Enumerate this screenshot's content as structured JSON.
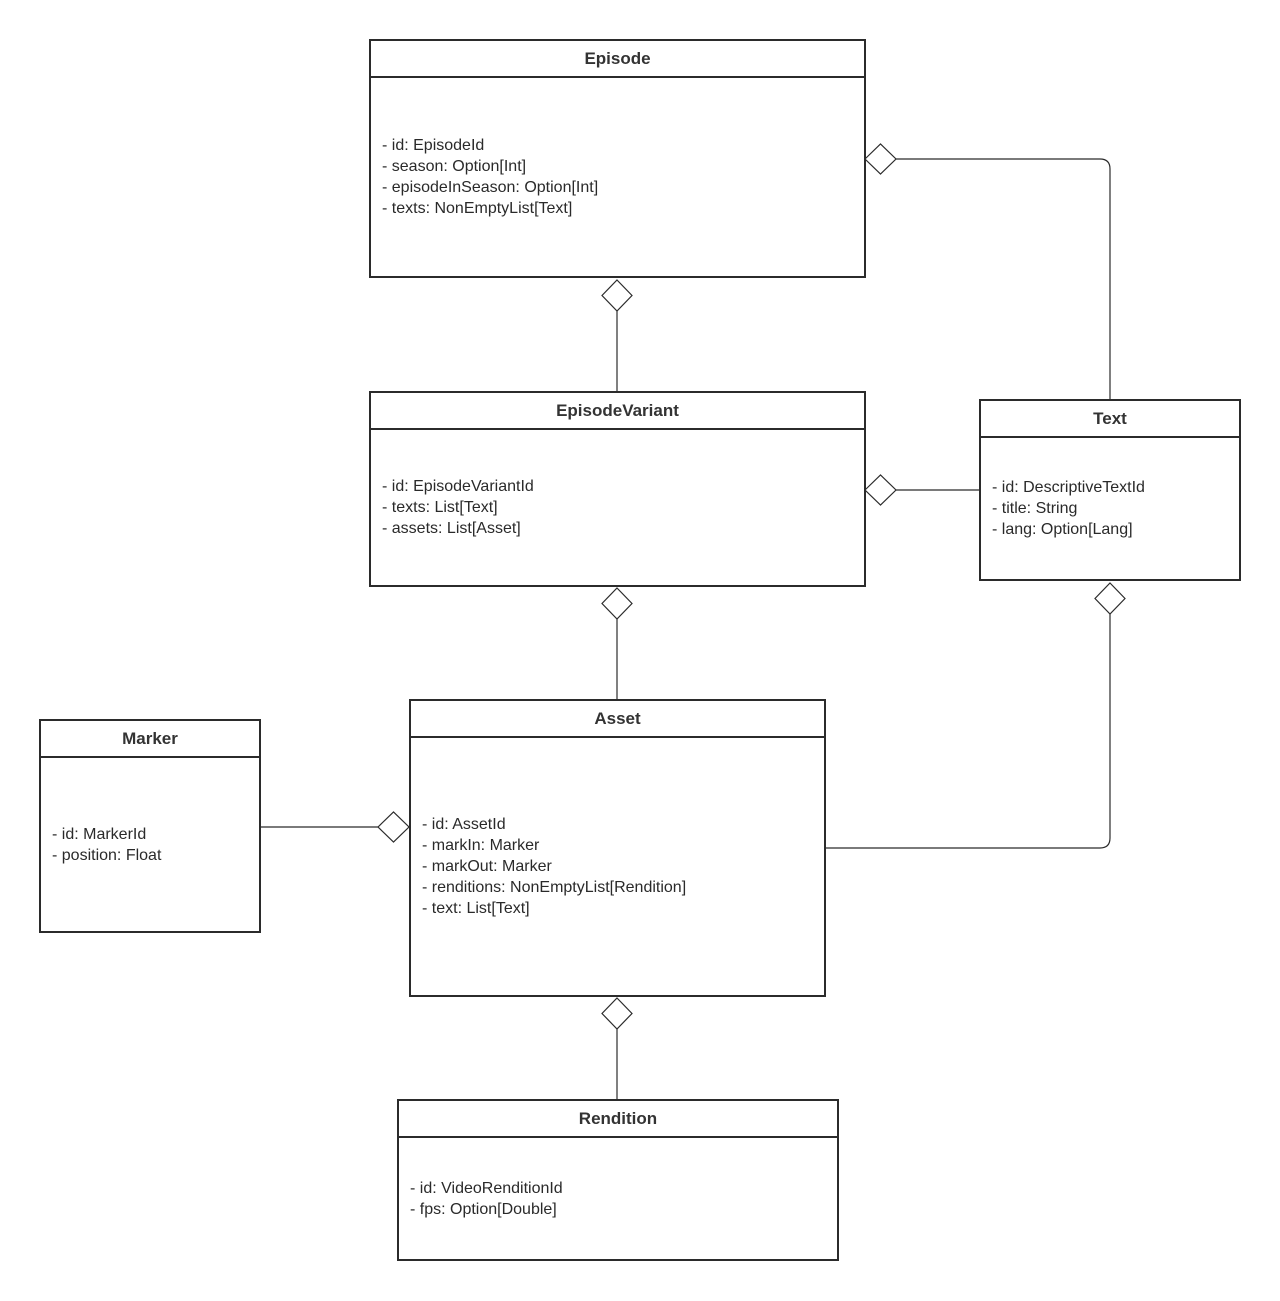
{
  "colors": {
    "line": "#2b2b2b",
    "text": "#333333",
    "background": "#ffffff"
  },
  "classes": {
    "episode": {
      "name": "Episode",
      "attributes": [
        {
          "name": "- id:",
          "type": "EpisodeId"
        },
        {
          "name": "- season:",
          "type": "Option[Int]"
        },
        {
          "name": "- episodeInSeason:",
          "type": "Option[Int]"
        },
        {
          "name": "- texts:",
          "type": "NonEmptyList[Text]"
        }
      ]
    },
    "episode_variant": {
      "name": "EpisodeVariant",
      "attributes": [
        {
          "name": "- id:",
          "type": "EpisodeVariantId"
        },
        {
          "name": "- texts:",
          "type": "List[Text]"
        },
        {
          "name": "- assets:",
          "type": "List[Asset]"
        }
      ]
    },
    "text": {
      "name": "Text",
      "attributes": [
        {
          "name": "- id:",
          "type": "DescriptiveTextId"
        },
        {
          "name": "- title:",
          "type": "String"
        },
        {
          "name": "- lang:",
          "type": "Option[Lang]"
        }
      ]
    },
    "asset": {
      "name": "Asset",
      "attributes": [
        {
          "name": "- id:",
          "type": "AssetId"
        },
        {
          "name": "- markIn:",
          "type": "Marker"
        },
        {
          "name": "- markOut:",
          "type": "Marker"
        },
        {
          "name": "- renditions:",
          "type": "NonEmptyList[Rendition]"
        },
        {
          "name": "- text:",
          "type": "List[Text]"
        }
      ]
    },
    "marker": {
      "name": "Marker",
      "attributes": [
        {
          "name": "- id:",
          "type": "MarkerId"
        },
        {
          "name": "- position:",
          "type": "Float"
        }
      ]
    },
    "rendition": {
      "name": "Rendition",
      "attributes": [
        {
          "name": "- id:",
          "type": "VideoRenditionId"
        },
        {
          "name": "- fps:",
          "type": "Option[Double]"
        }
      ]
    }
  },
  "relationships": [
    {
      "whole": "Episode",
      "part": "EpisodeVariant",
      "kind": "aggregation"
    },
    {
      "whole": "Episode",
      "part": "Text",
      "kind": "aggregation"
    },
    {
      "whole": "EpisodeVariant",
      "part": "Text",
      "kind": "aggregation"
    },
    {
      "whole": "EpisodeVariant",
      "part": "Asset",
      "kind": "aggregation"
    },
    {
      "whole": "Text",
      "part": "Asset",
      "kind": "aggregation"
    },
    {
      "whole": "Asset",
      "part": "Marker",
      "kind": "aggregation"
    },
    {
      "whole": "Asset",
      "part": "Rendition",
      "kind": "aggregation"
    }
  ]
}
